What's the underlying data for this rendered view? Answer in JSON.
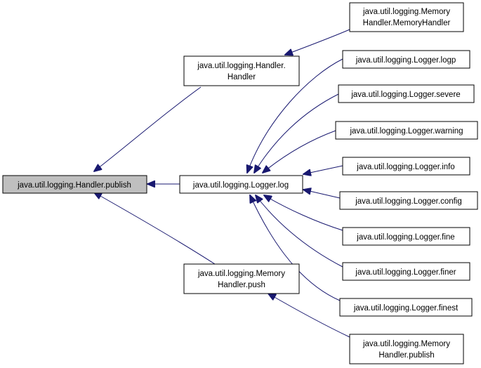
{
  "colors": {
    "edge": "#191970",
    "root_fill": "#bfbfbf",
    "node_fill": "#ffffff",
    "border": "#000000"
  },
  "nodes": {
    "publish": {
      "lines": [
        "java.util.logging.Handler.publish"
      ]
    },
    "handler_handler": {
      "lines": [
        "java.util.logging.Handler.",
        "Handler"
      ]
    },
    "logger_log": {
      "lines": [
        "java.util.logging.Logger.log"
      ]
    },
    "memoryhandler_push": {
      "lines": [
        "java.util.logging.Memory",
        "Handler.push"
      ]
    },
    "memoryhandler_memoryhandler": {
      "lines": [
        "java.util.logging.Memory",
        "Handler.MemoryHandler"
      ]
    },
    "logger_logp": {
      "lines": [
        "java.util.logging.Logger.logp"
      ]
    },
    "logger_severe": {
      "lines": [
        "java.util.logging.Logger.severe"
      ]
    },
    "logger_warning": {
      "lines": [
        "java.util.logging.Logger.warning"
      ]
    },
    "logger_info": {
      "lines": [
        "java.util.logging.Logger.info"
      ]
    },
    "logger_config": {
      "lines": [
        "java.util.logging.Logger.config"
      ]
    },
    "logger_fine": {
      "lines": [
        "java.util.logging.Logger.fine"
      ]
    },
    "logger_finer": {
      "lines": [
        "java.util.logging.Logger.finer"
      ]
    },
    "logger_finest": {
      "lines": [
        "java.util.logging.Logger.finest"
      ]
    },
    "memoryhandler_publish": {
      "lines": [
        "java.util.logging.Memory",
        "Handler.publish"
      ]
    }
  },
  "edges": [
    {
      "from": "handler_handler",
      "to": "publish"
    },
    {
      "from": "logger_log",
      "to": "publish"
    },
    {
      "from": "memoryhandler_push",
      "to": "publish"
    },
    {
      "from": "memoryhandler_memoryhandler",
      "to": "handler_handler"
    },
    {
      "from": "logger_logp",
      "to": "logger_log"
    },
    {
      "from": "logger_severe",
      "to": "logger_log"
    },
    {
      "from": "logger_warning",
      "to": "logger_log"
    },
    {
      "from": "logger_info",
      "to": "logger_log"
    },
    {
      "from": "logger_config",
      "to": "logger_log"
    },
    {
      "from": "logger_fine",
      "to": "logger_log"
    },
    {
      "from": "logger_finer",
      "to": "logger_log"
    },
    {
      "from": "logger_finest",
      "to": "logger_log"
    },
    {
      "from": "memoryhandler_publish",
      "to": "memoryhandler_push"
    }
  ]
}
